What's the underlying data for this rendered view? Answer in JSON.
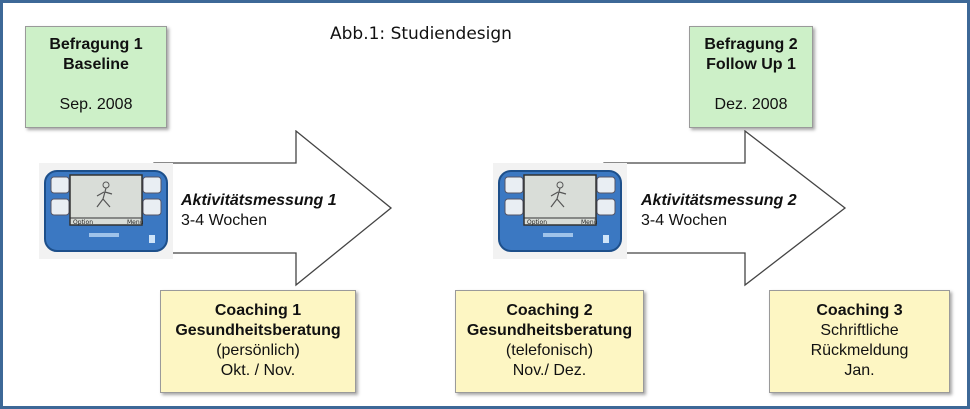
{
  "title": "Abb.1: Studiendesign",
  "befragung1": {
    "line1": "Befragung 1",
    "line2": "Baseline",
    "date": "Sep. 2008"
  },
  "befragung2": {
    "line1": "Befragung 2",
    "line2": "Follow Up 1",
    "date": "Dez. 2008"
  },
  "messung1": {
    "title": "Aktivitätsmessung 1",
    "duration": "3-4 Wochen"
  },
  "messung2": {
    "title": "Aktivitätsmessung 2",
    "duration": "3-4 Wochen"
  },
  "device": {
    "option_label": "Option",
    "menu_label": "Menü"
  },
  "coaching1": {
    "line1": "Coaching 1",
    "line2": "Gesundheitsberatung",
    "line3": "(persönlich)",
    "line4": "Okt. / Nov."
  },
  "coaching2": {
    "line1": "Coaching 2",
    "line2": "Gesundheitsberatung",
    "line3": "(telefonisch)",
    "line4": "Nov./ Dez."
  },
  "coaching3": {
    "line1": "Coaching 3",
    "line2": "Schriftliche",
    "line3": "Rückmeldung",
    "line4": "Jan."
  },
  "colors": {
    "border": "#3d6897",
    "green_box": "#cdf0c8",
    "yellow_box": "#fdf6c3"
  }
}
